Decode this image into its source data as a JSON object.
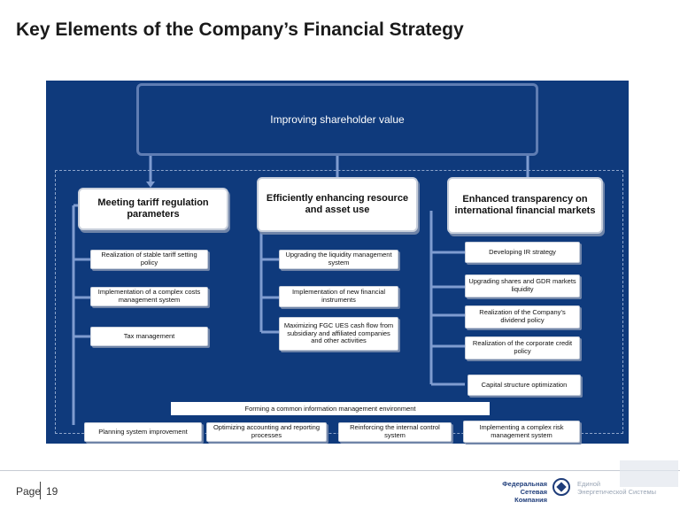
{
  "title": "Key Elements of the Company’s Financial Strategy",
  "top_goal": "Improving shareholder value",
  "columns": [
    {
      "heading": "Meeting tariff regulation parameters",
      "items": [
        "Realization of stable tariff setting policy",
        "Implementation of a complex costs management system",
        "Tax management"
      ]
    },
    {
      "heading": "Efficiently enhancing resource and asset use",
      "items": [
        "Upgrading the liquidity management system",
        "Implementation of new financial instruments",
        "Maximizing FGC UES cash flow from subsidiary and affiliated companies and other activities"
      ]
    },
    {
      "heading": "Enhanced transparency on international financial markets",
      "items": [
        "Developing IR strategy",
        "Upgrading shares and GDR markets liquidity",
        "Realization of the Company’s dividend policy",
        "Realization of the corporate credit policy",
        "Capital structure optimization"
      ]
    }
  ],
  "banner": "Forming a common information management environment",
  "bottom_items": [
    "Planning system improvement",
    "Optimizing accounting and reporting processes",
    "Reinforcing the internal control system",
    "Implementing a complex risk management system"
  ],
  "footer": {
    "page_label": "Page",
    "page_number": "19",
    "logo_line1": "Федеральная",
    "logo_line2": "Сетевая Компания",
    "logo2_line1": "Единой",
    "logo2_line2": "Энергетической Системы"
  },
  "colors": {
    "panel": "#0f3a7c",
    "connector": "#7f9cd0"
  }
}
